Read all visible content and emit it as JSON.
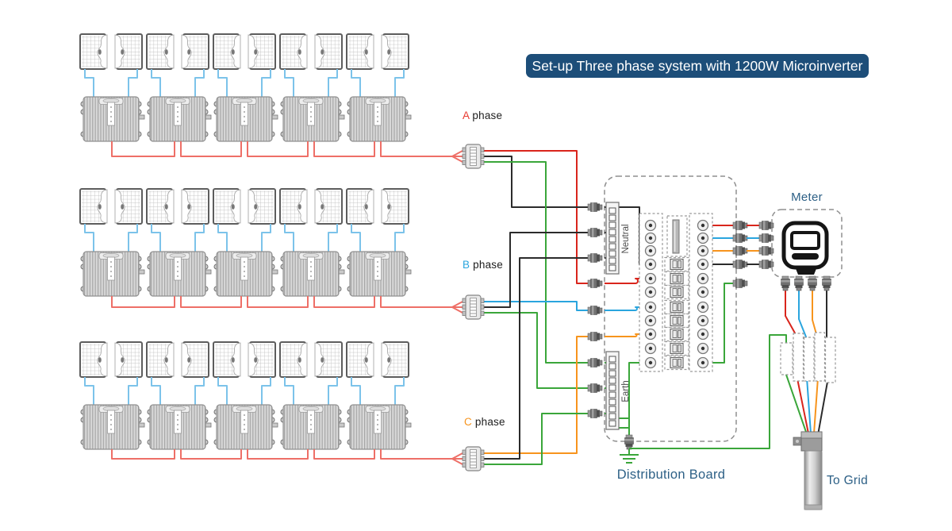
{
  "title_banner": {
    "text": "Set-up Three phase system with 1200W Microinverter",
    "bg_color": "#1d4e79",
    "text_color": "#ffffff"
  },
  "phases": [
    {
      "name": "A",
      "word": "phase",
      "color": "#e8392f"
    },
    {
      "name": "B",
      "word": "phase",
      "color": "#2aa5de"
    },
    {
      "name": "C",
      "word": "phase",
      "color": "#f7941d"
    }
  ],
  "distribution_board": {
    "label": "Distribution Board",
    "neutral_label": "Neutral",
    "earth_label": "Earth"
  },
  "meter": {
    "label": "Meter"
  },
  "grid_connection": {
    "label": "To Grid"
  },
  "pv_system": {
    "rows": 3,
    "microinverters_per_row": 5,
    "panels_per_microinverter": 2,
    "microinverter_power_w": 1200
  },
  "colors": {
    "phase_a_wire": "#d9251c",
    "phase_b_wire": "#2aa5de",
    "phase_c_wire": "#f7941d",
    "neutral_wire": "#2b2b2b",
    "earth_wire": "#3aa63a",
    "ac_trunk_cable": "#ee6f67",
    "pv_dc_cable": "#7cc3ea",
    "label_text": "#2d6086",
    "banner_bg": "#1d4e79"
  }
}
